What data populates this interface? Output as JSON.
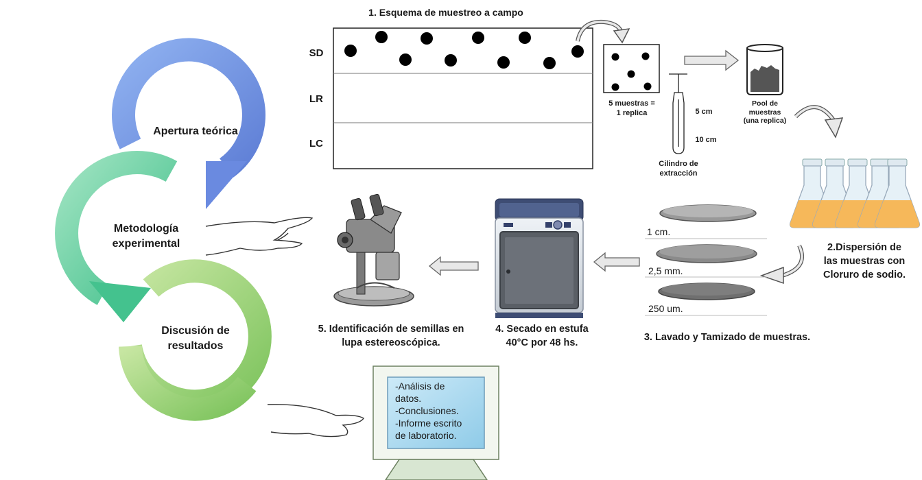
{
  "cycle": {
    "apertura": "Apertura teórica",
    "metodologia": [
      "Metodología",
      "experimental"
    ],
    "discusion": [
      "Discusión de",
      "resultados"
    ]
  },
  "field": {
    "title": "1. Esquema de muestreo a campo",
    "rows": [
      "SD",
      "LR",
      "LC"
    ]
  },
  "sample": {
    "label": [
      "5 muestras =",
      "1 replica"
    ],
    "cylinder_label": [
      "Cilindro de",
      "extracción"
    ],
    "depth_top": "5 cm",
    "depth_bottom": "10 cm",
    "pool_label": [
      "Pool de",
      "muestras",
      "(una replica)"
    ]
  },
  "steps": {
    "dispersion": [
      "2.Dispersión de",
      "las muestras con",
      "Cloruro de sodio."
    ],
    "lavado": "3. Lavado y Tamizado de muestras.",
    "secado": [
      "4. Secado en estufa",
      "40°C por 48 hs."
    ],
    "identificacion": [
      "5. Identificación de semillas en",
      "lupa estereoscópica."
    ]
  },
  "sieves": [
    "1 cm.",
    "2,5 mm.",
    "250 um."
  ],
  "screen": {
    "lines": [
      "-Análisis de",
      "datos.",
      "-Conclusiones.",
      "-Informe escrito",
      "de laboratorio."
    ]
  },
  "colors": {
    "blue_arrow": "#7f9de0",
    "teal_arrow": "#5fcfa0",
    "green_arrow": "#9fd07a",
    "liquid": "#f6b85a",
    "screen": "#a9d8ef"
  }
}
